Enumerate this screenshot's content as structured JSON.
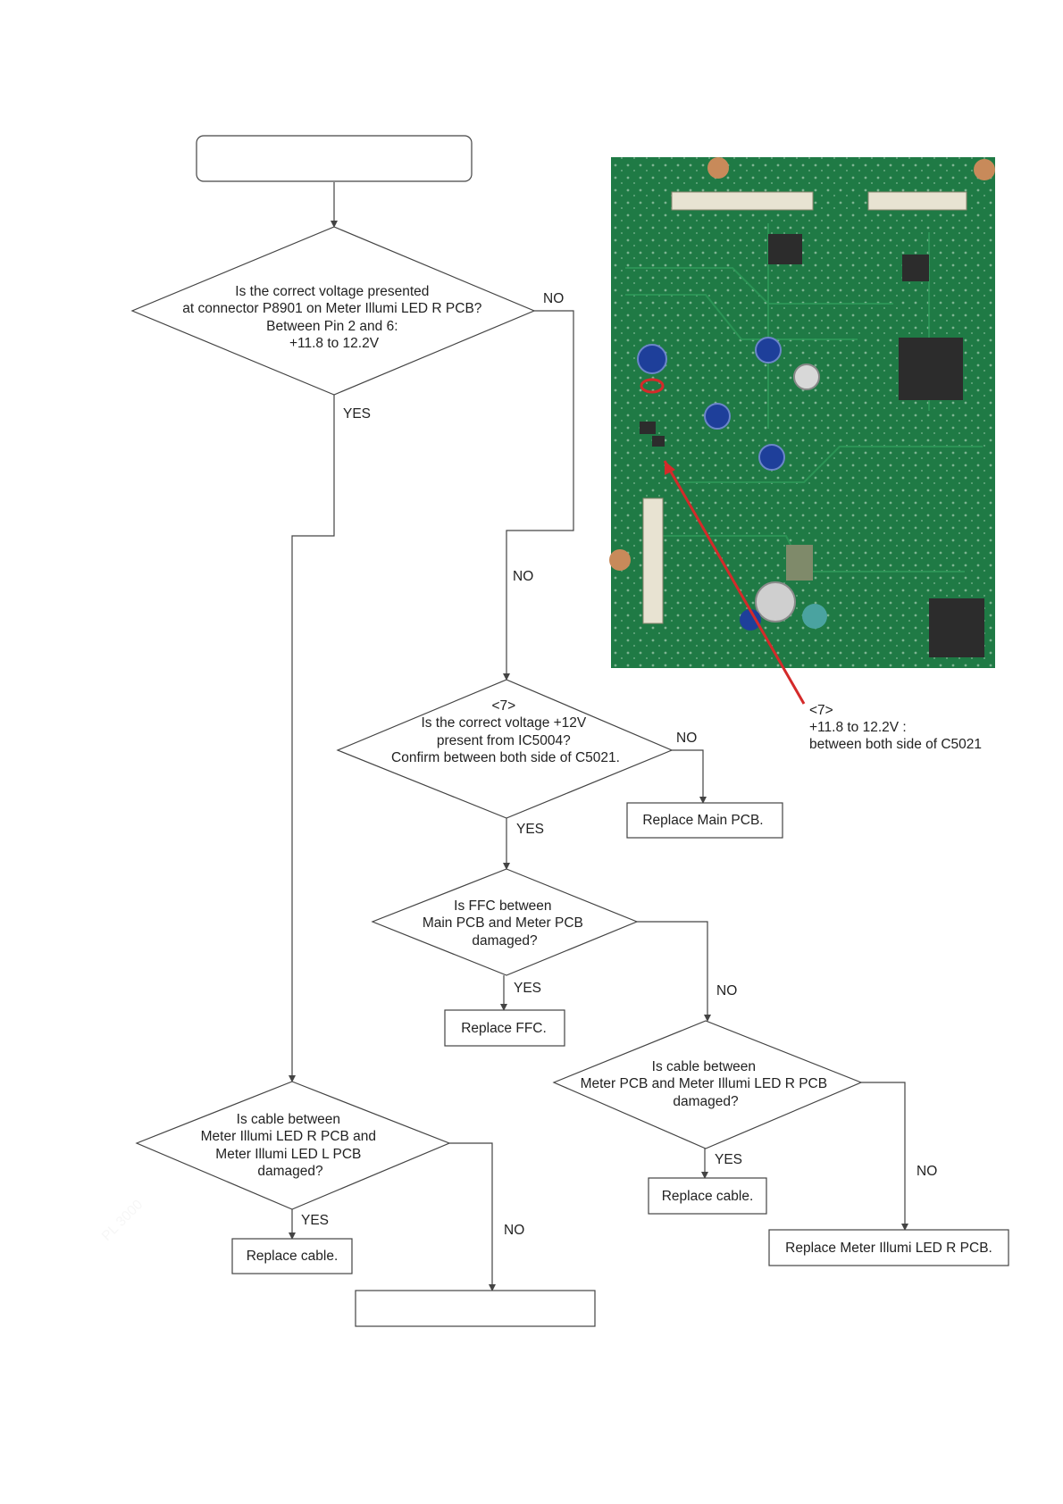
{
  "watermark": "PL 3000",
  "nodes": {
    "start_box": "",
    "q1": {
      "lines": [
        "Is the correct voltage presented",
        "at connector P8901 on Meter Illumi LED R PCB?",
        "Between Pin 2 and 6:",
        "+11.8 to 12.2V"
      ]
    },
    "q2": {
      "lines": [
        "<7>",
        "Is the correct voltage +12V",
        "present from IC5004?",
        "Confirm between both side of C5021."
      ]
    },
    "q3": {
      "lines": [
        "Is FFC between",
        "Main PCB and Meter PCB",
        "damaged?"
      ]
    },
    "q4": {
      "lines": [
        "Is cable between",
        "Meter PCB and Meter Illumi LED R PCB",
        "damaged?"
      ]
    },
    "q5": {
      "lines": [
        "Is cable between",
        "Meter Illumi LED R PCB and",
        "Meter Illumi LED L PCB",
        "damaged?"
      ]
    },
    "replace_main_pcb": "Replace Main PCB.",
    "replace_ffc": "Replace FFC.",
    "replace_cable_right": "Replace cable.",
    "replace_meter_illumi_led_r_pcb": "Replace Meter Illumi LED R PCB.",
    "replace_cable_left": "Replace cable.",
    "end_box": ""
  },
  "labels": {
    "q1_no": "NO",
    "q1_yes": "YES",
    "q1_no_lower": "NO",
    "q2_no": "NO",
    "q2_yes": "YES",
    "q3_yes": "YES",
    "q3_no": "NO",
    "q4_yes": "YES",
    "q4_no": "NO",
    "q5_yes": "YES",
    "q5_no": "NO"
  },
  "annotation": {
    "lines": [
      "<7>",
      "+11.8 to 12.2V :",
      "between both side of C5021"
    ]
  },
  "colors": {
    "pcb": "#1f7a45",
    "pointer": "#d42a2a"
  }
}
